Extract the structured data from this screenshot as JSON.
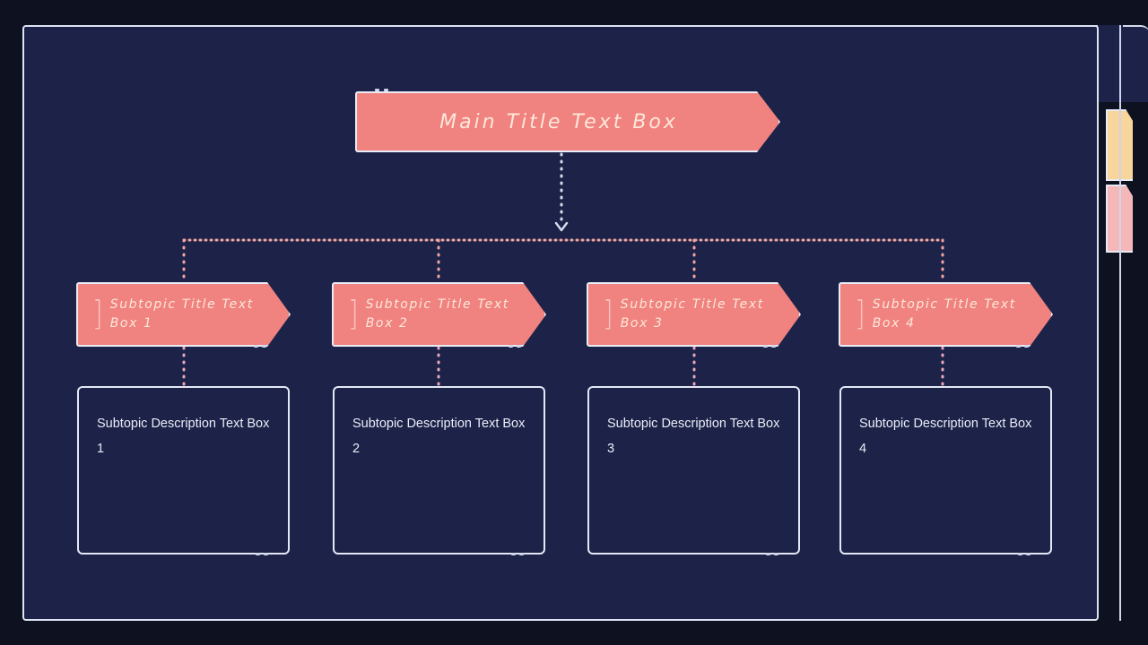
{
  "colors": {
    "app_background": "#0e1120",
    "canvas_background": "#1d2348",
    "canvas_border": "#dfe3f1",
    "banner_fill": "#f08280",
    "banner_border": "#e8ecf7",
    "banner_text": "#fde8d8",
    "bracket_icon": "#fbc3bf",
    "description_border": "#e4e8f5",
    "description_text": "#e9ecf7",
    "connector_white": "#d8dcef",
    "connector_pink": "#f2a6a4",
    "side_card_yellow": "#f8d59a",
    "side_card_pink": "#f6b7b8"
  },
  "diagram": {
    "type": "hierarchy-tree",
    "main_title": {
      "label": "Main Title Text Box",
      "shape": "ribbon-banner"
    },
    "subtopics": [
      {
        "icon": "bracket-icon",
        "title": "Subtopic Title Text Box 1",
        "description": "Subtopic Description Text Box 1"
      },
      {
        "icon": "bracket-icon",
        "title": "Subtopic Title Text Box 2",
        "description": "Subtopic Description Text Box 2"
      },
      {
        "icon": "bracket-icon",
        "title": "Subtopic Title Text Box 3",
        "description": "Subtopic Description Text Box 3"
      },
      {
        "icon": "bracket-icon",
        "title": "Subtopic Title Text Box 4",
        "description": "Subtopic Description Text Box 4"
      }
    ],
    "connectors": {
      "root_drop": {
        "style": "dotted",
        "color": "#d8dcef",
        "arrow": "down-chevron"
      },
      "branch_bus": {
        "style": "dotted",
        "color": "#f2a6a4"
      },
      "subtopic_drop": {
        "style": "dotted",
        "color": "#f2a6a4"
      }
    }
  },
  "side_panel": {
    "cards": [
      {
        "name": "card-yellow",
        "color": "#f8d59a"
      },
      {
        "name": "card-pink",
        "color": "#f6b7b8"
      }
    ]
  },
  "icons": {
    "bracket": "]",
    "arrow_down": "chevron-down-icon"
  }
}
